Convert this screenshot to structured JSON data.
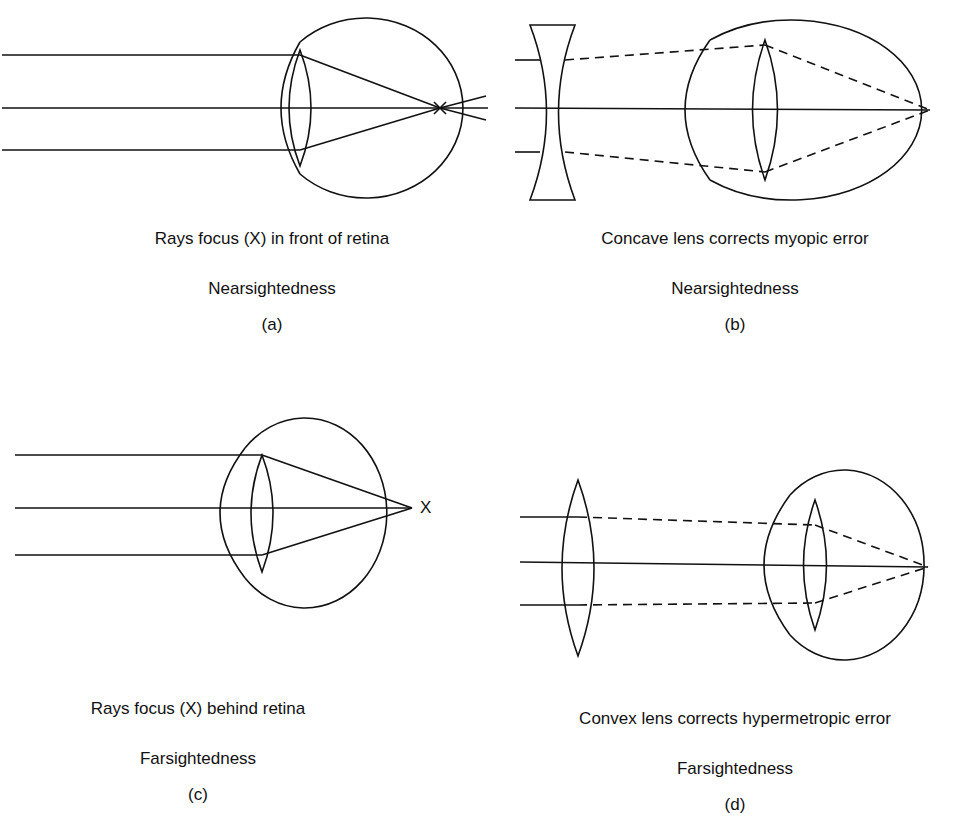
{
  "diagram": {
    "labels": [
      "Rays focus (X) in front of retina",
      "Nearsightedness",
      "(a)",
      "Concave lens corrects myopic error",
      "Nearsightedness",
      "(b)",
      "X",
      "Rays focus (X) behind retina",
      "Farsightedness",
      "(c)",
      "Convex lens corrects hypermetropic error",
      "Farsightedness",
      "(d)"
    ]
  }
}
